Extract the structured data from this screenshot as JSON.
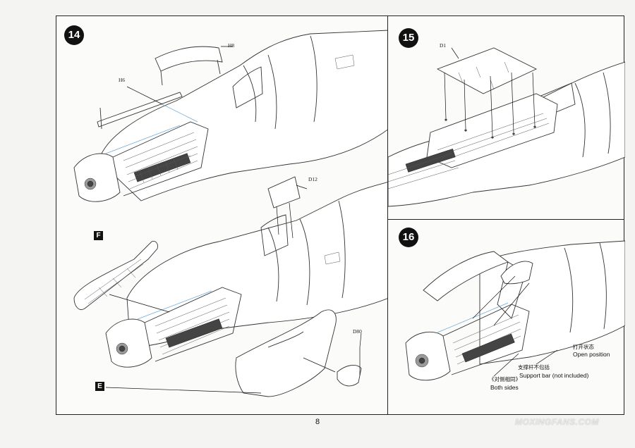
{
  "page_number": "8",
  "watermark": "MOXINGFANS.COM",
  "steps": [
    {
      "number": "14",
      "part_labels": {
        "h8": "H8",
        "h6": "H6",
        "d12": "D12",
        "d80": "D80"
      },
      "subassemblies": {
        "f": "F",
        "e": "E"
      }
    },
    {
      "number": "15",
      "part_labels": {
        "d1": "D1"
      }
    },
    {
      "number": "16",
      "notes": {
        "open_cn": "打开状态",
        "open_en": "Open position",
        "support_cn": "支撑杆不包括",
        "support_en": "Support bar (not included)",
        "both_cn": "《对侧相同》",
        "both_en": "Both sides"
      }
    }
  ],
  "colors": {
    "line": "#333333",
    "panel_bg": "#fbfbf9",
    "accent_blue": "#6aa8d8"
  }
}
